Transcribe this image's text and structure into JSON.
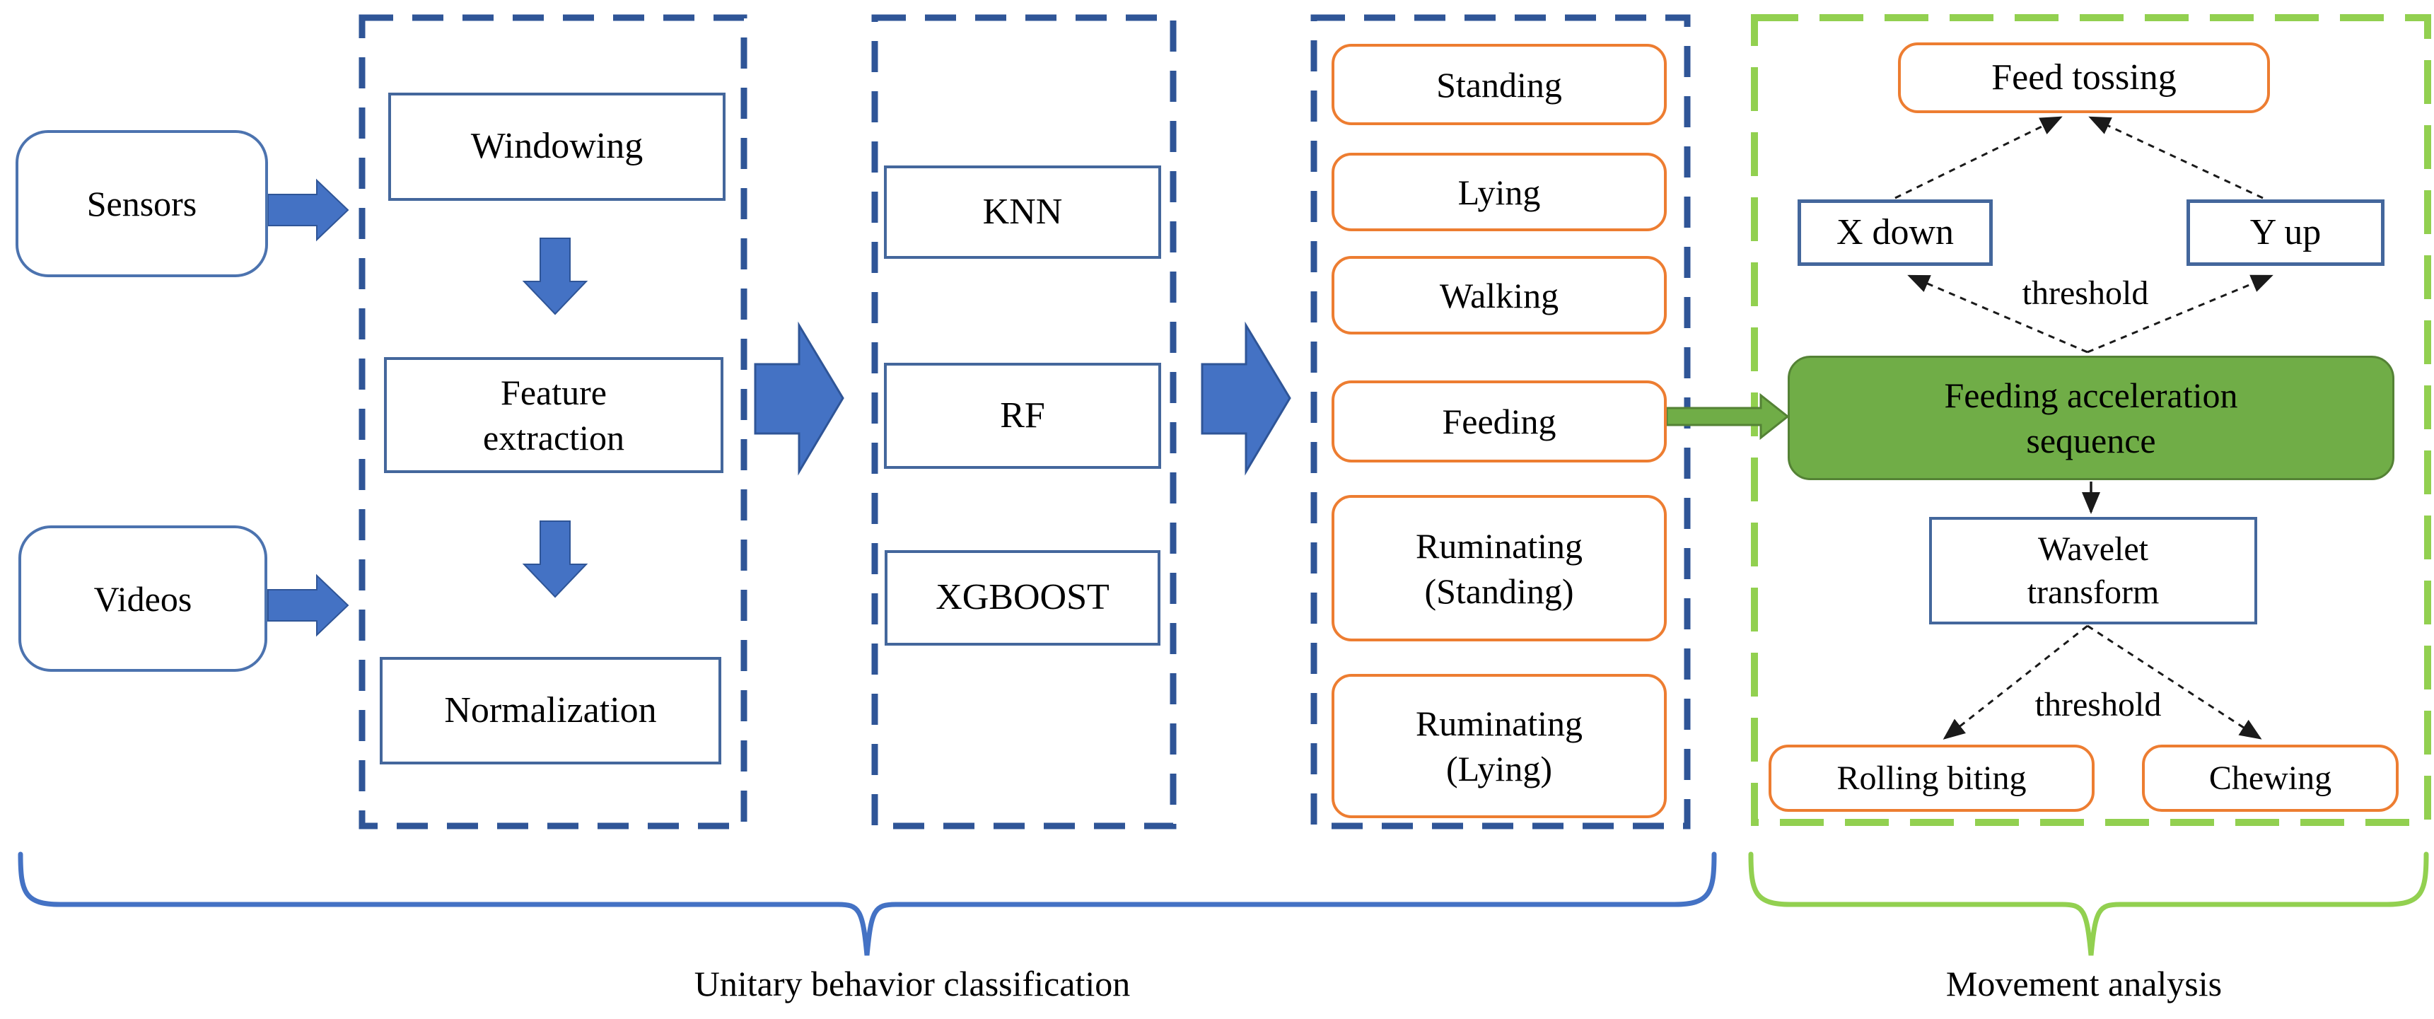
{
  "figure": {
    "inputs": {
      "sensors": "Sensors",
      "videos": "Videos"
    },
    "preprocessing": {
      "windowing": "Windowing",
      "feature_extraction": "Feature\nextraction",
      "normalization": "Normalization"
    },
    "classifiers": {
      "knn": "KNN",
      "rf": "RF",
      "xgboost": "XGBOOST"
    },
    "behaviors": {
      "standing": "Standing",
      "lying": "Lying",
      "walking": "Walking",
      "feeding": "Feeding",
      "ruminating_standing": "Ruminating\n(Standing)",
      "ruminating_lying": "Ruminating\n(Lying)"
    },
    "movement": {
      "feed_tossing": "Feed tossing",
      "x_down": "X down",
      "y_up": "Y up",
      "threshold_upper": "threshold",
      "feeding_acceleration_sequence": "Feeding acceleration\nsequence",
      "wavelet_transform": "Wavelet\ntransform",
      "threshold_lower": "threshold",
      "rolling_biting": "Rolling biting",
      "chewing": "Chewing"
    },
    "captions": {
      "unitary": "Unitary behavior classification",
      "movement": "Movement analysis"
    },
    "colors": {
      "blue_arrow_fill": "#4472C4",
      "blue_arrow_border": "#2F5597",
      "blue_dashed_border": "#2F5597",
      "blue_box_border": "#44679C",
      "blue_rounded_border": "#4C73AF",
      "orange_border": "#ED7D31",
      "green_box_fill": "#70AD47",
      "green_box_border": "#548235",
      "green_dashed_and_brace": "#92D050",
      "connector_line": "#1A1A1A",
      "text": "#000000",
      "background": "#FFFFFF"
    }
  }
}
